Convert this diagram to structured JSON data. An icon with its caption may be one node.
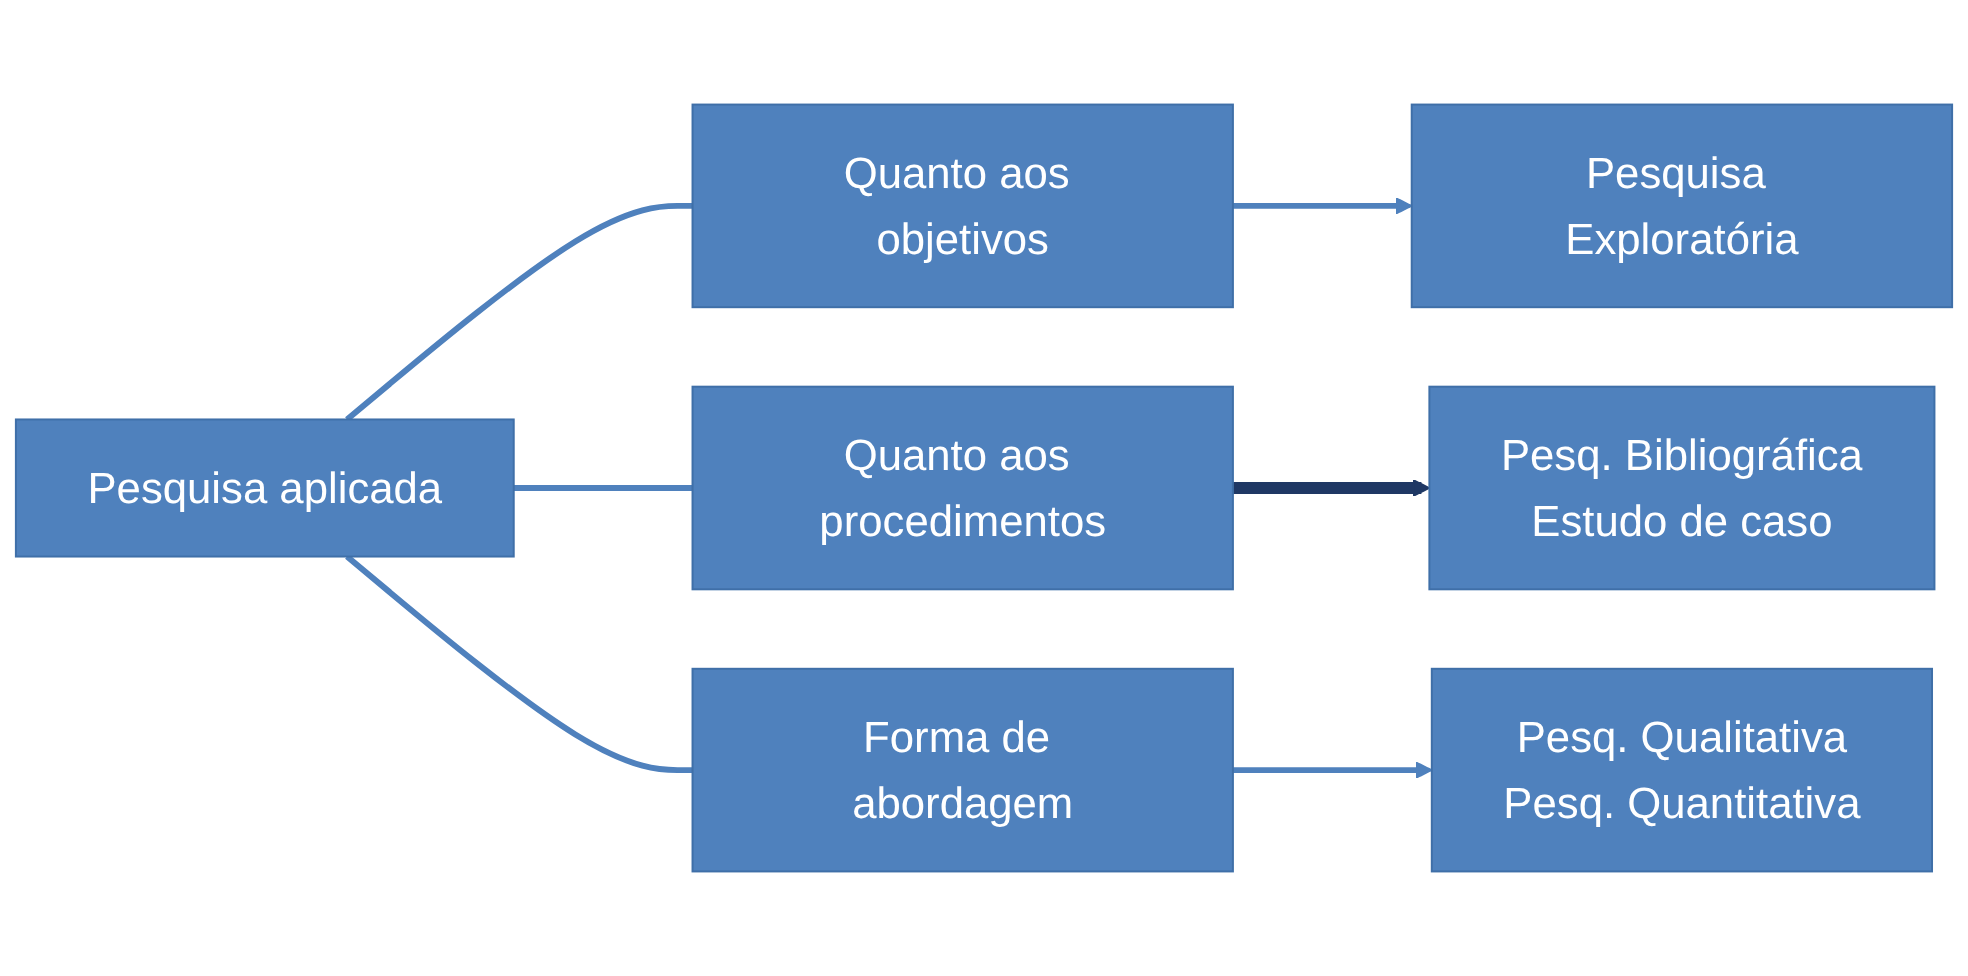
{
  "diagram": {
    "nodes": [
      {
        "text": [
          "Pesquisa aplicada"
        ]
      },
      {
        "text": [
          "Quanto aos objetivos"
        ]
      },
      {
        "text": [
          "Quanto aos procedimentos"
        ]
      },
      {
        "text": [
          "Forma de abordagem"
        ]
      },
      {
        "text": [
          "Pesquisa Exploratória"
        ]
      },
      {
        "text": [
          "Pesq. Bibliográfica",
          "Estudo de caso"
        ]
      },
      {
        "text": [
          "Pesq. Qualitativa",
          "Pesq. Quantitativa"
        ]
      }
    ],
    "edges": [
      {
        "from": 0,
        "to": 1,
        "arrow": "none"
      },
      {
        "from": 0,
        "to": 2,
        "arrow": "none"
      },
      {
        "from": 0,
        "to": 3,
        "arrow": "none"
      },
      {
        "from": 1,
        "to": 4,
        "arrow": "to"
      },
      {
        "from": 2,
        "to": 5,
        "arrow": "to",
        "style": "thick",
        "color": "#1f3864"
      },
      {
        "from": 3,
        "to": 6,
        "arrow": "to"
      }
    ]
  }
}
